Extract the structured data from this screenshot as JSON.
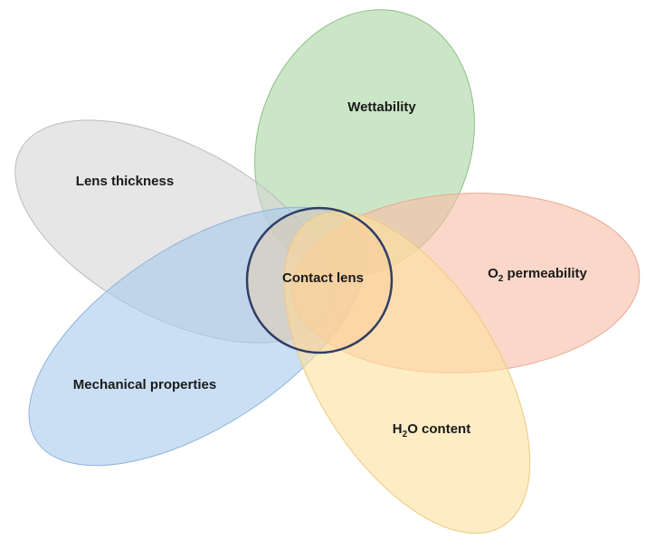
{
  "diagram": {
    "type": "venn-flower",
    "center": {
      "label": "Contact lens",
      "stroke_color": "#2f3e66",
      "fill_color": "#f9c98f"
    },
    "petals": [
      {
        "id": "wettability",
        "label": "Wettability",
        "label_main": "Wettability",
        "label_sub": "",
        "label_rest": "",
        "color": "#a8d5a0"
      },
      {
        "id": "lens-thickness",
        "label": "Lens thickness",
        "label_main": "Lens thickness",
        "label_sub": "",
        "label_rest": "",
        "color": "#d6d6d6"
      },
      {
        "id": "mechanical-properties",
        "label": "Mechanical properties",
        "label_main": "Mechanical properties",
        "label_sub": "",
        "label_rest": "",
        "color": "#a9c9ec"
      },
      {
        "id": "o2-permeability",
        "label": "O2 permeability",
        "label_main": "O",
        "label_sub": "2",
        "label_rest": " permeability",
        "color": "#f9bfa8"
      },
      {
        "id": "h2o-content",
        "label": "H2O content",
        "label_main": "H",
        "label_sub": "2",
        "label_rest": "O content",
        "color": "#fde0a0"
      }
    ]
  }
}
